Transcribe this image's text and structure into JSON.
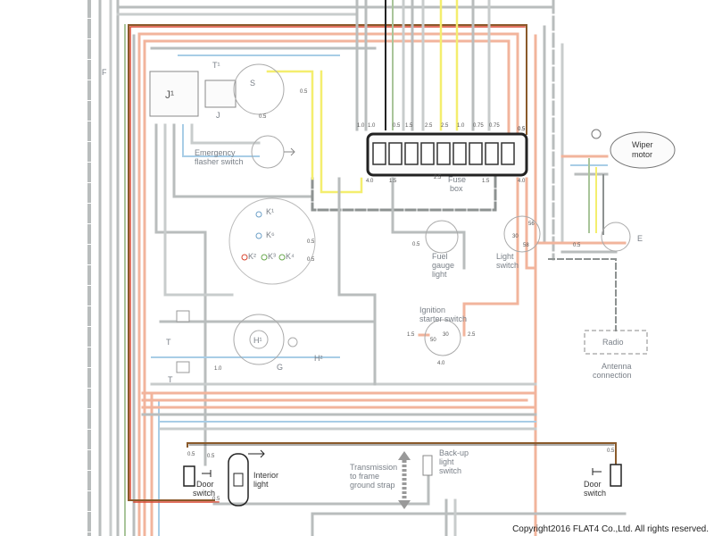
{
  "labels": {
    "emergency_flasher_switch": [
      "Emergency",
      "flasher switch"
    ],
    "fuse_box": [
      "Fuse",
      "box"
    ],
    "wiper_motor": [
      "Wiper",
      "motor"
    ],
    "fuel_gauge_light": [
      "Fuel",
      "gauge",
      "light"
    ],
    "light_switch": [
      "Light",
      "switch"
    ],
    "ignition_starter_switch": [
      "Ignition",
      "starter switch"
    ],
    "radio": "Radio",
    "antenna_connection": [
      "Antenna",
      "connection"
    ],
    "transmission_ground_strap": [
      "Transmission",
      "to frame",
      "ground strap"
    ],
    "backup_light_switch": [
      "Back-up",
      "light",
      "switch"
    ],
    "door_switch_left": [
      "Door",
      "switch"
    ],
    "door_switch_right": [
      "Door",
      "switch"
    ],
    "interior_light": [
      "Interior",
      "light"
    ]
  },
  "components": {
    "relay_j1": "J¹",
    "relay_j": "J",
    "letter_t1": "T¹",
    "letter_t": "T",
    "letter_s": "S",
    "letter_e": "E",
    "letter_g": "G",
    "letter_f": "F",
    "lamp_k1": "K¹",
    "lamp_k6": "K⁶",
    "lamp_k2": "K²",
    "lamp_k3": "K³",
    "lamp_k4": "K⁴",
    "gauge_h1": "H¹",
    "horn_h2": "H²"
  },
  "fuse_top_values": [
    "1.0",
    "1.0",
    "0.5",
    "1.5",
    "2.5",
    "2.5",
    "1.0",
    "0.75",
    "0.75",
    "0.5"
  ],
  "fuse_bottom_values": [
    "4.0",
    "1.5",
    "2.5",
    "1.5",
    "4.0"
  ],
  "wire_gauges": [
    "0.5",
    "1.5",
    "2.5",
    "4.0",
    "1.0",
    "0.75"
  ],
  "ignition_terminals": [
    "30",
    "50"
  ],
  "light_switch_terminals": [
    "56",
    "58",
    "30"
  ],
  "colors": {
    "gray": "#b9bdbd",
    "dark_gray": "#8d9291",
    "salmon": "#f2b49c",
    "red": "#d8452f",
    "brown": "#8a5a2b",
    "yellow": "#f4ee6e",
    "blue": "#a8cde6",
    "green": "#a9c59a",
    "black": "#222222"
  },
  "copyright": "Copyright2016 FLAT4 Co.,Ltd. All rights reserved."
}
